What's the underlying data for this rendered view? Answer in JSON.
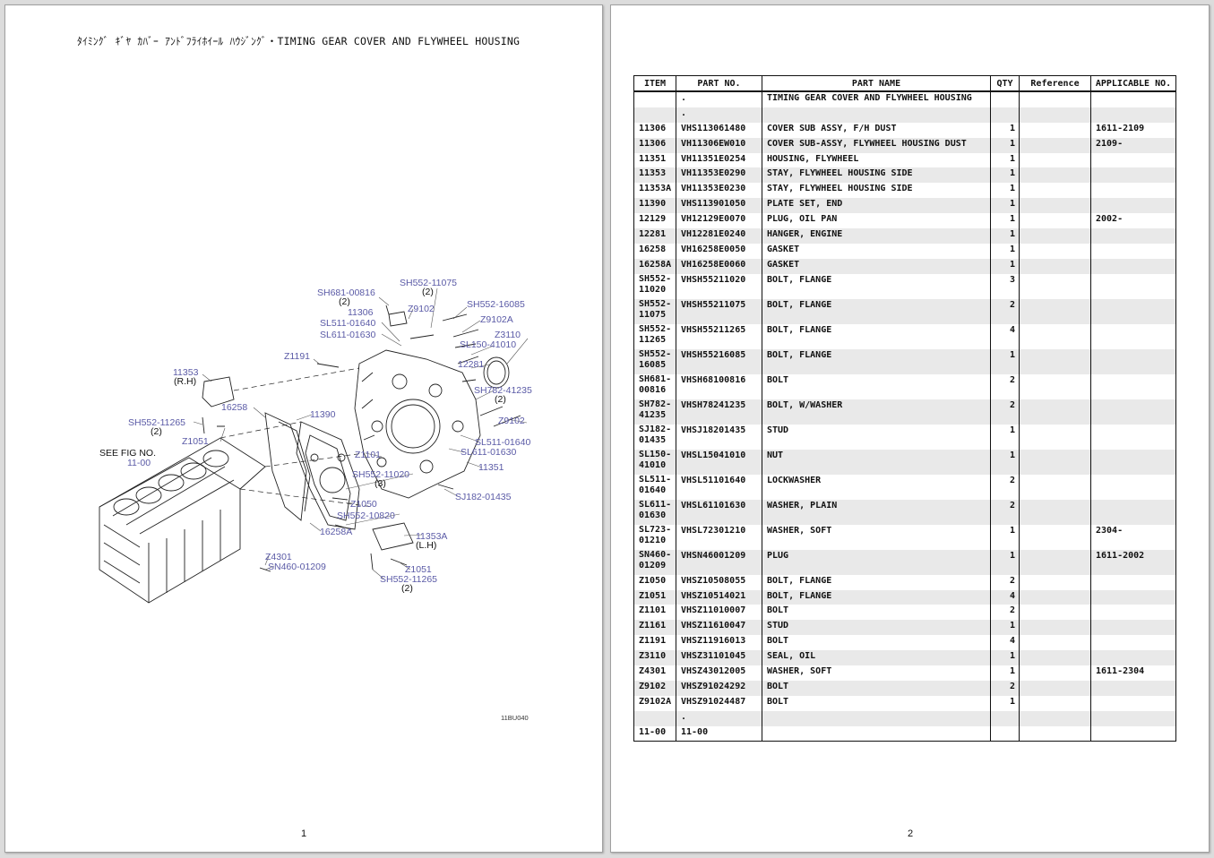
{
  "page1": {
    "title": "ﾀｲﾐﾝｸﾞ ｷﾞﾔ ｶﾊﾞｰ ｱﾝﾄﾞﾌﾗｲﾎｲｰﾙ ﾊｳｼﾞﾝｸﾞ・TIMING GEAR COVER AND FLYWHEEL HOUSING",
    "page_number": "1",
    "figure_code": "11BU040",
    "see_fig": [
      "SEE FIG NO.",
      "11-00"
    ],
    "callouts": [
      "SH552-11075",
      "(2)",
      "SH681-00816",
      "(2)",
      "Z9102",
      "SH552-16085",
      "11306",
      "Z9102A",
      "SL511-01640",
      "SL611-01630",
      "Z3110",
      "SL150-41010",
      "Z1191",
      "12281",
      "11353",
      "(R.H)",
      "SH782-41235",
      "(2)",
      "16258",
      "11390",
      "Z9102",
      "SH552-11265",
      "(2)",
      "Z1051",
      "SL511-01640",
      "SL611-01630",
      "Z1101",
      "11351",
      "SH552-11020",
      "(3)",
      "SJ182-01435",
      "Z1050",
      "SH552-10820",
      "16258A",
      "11353A",
      "(L.H)",
      "Z4301",
      "SN460-01209",
      "Z1051",
      "SH552-11265",
      "(2)"
    ]
  },
  "page2": {
    "page_number": "2",
    "columns": [
      "ITEM",
      "PART NO.",
      "PART NAME",
      "QTY",
      "Reference",
      "APPLICABLE NO."
    ],
    "rows": [
      {
        "item": "",
        "part_no": ".",
        "name": "TIMING GEAR COVER AND FLYWHEEL HOUSING",
        "qty": "",
        "ref": "",
        "app": ""
      },
      {
        "item": "",
        "part_no": ".",
        "name": "",
        "qty": "",
        "ref": "",
        "app": ""
      },
      {
        "item": "11306",
        "part_no": "VHS113061480",
        "name": "COVER SUB ASSY, F/H DUST",
        "qty": "1",
        "ref": "",
        "app": "1611-2109"
      },
      {
        "item": "11306",
        "part_no": "VH11306EW010",
        "name": "COVER SUB-ASSY, FLYWHEEL HOUSING DUST",
        "qty": "1",
        "ref": "",
        "app": "2109-"
      },
      {
        "item": "11351",
        "part_no": "VH11351E0254",
        "name": "HOUSING, FLYWHEEL",
        "qty": "1",
        "ref": "",
        "app": ""
      },
      {
        "item": "11353",
        "part_no": "VH11353E0290",
        "name": "STAY, FLYWHEEL HOUSING SIDE",
        "qty": "1",
        "ref": "",
        "app": ""
      },
      {
        "item": "11353A",
        "part_no": "VH11353E0230",
        "name": "STAY, FLYWHEEL HOUSING SIDE",
        "qty": "1",
        "ref": "",
        "app": ""
      },
      {
        "item": "11390",
        "part_no": "VHS113901050",
        "name": "PLATE SET, END",
        "qty": "1",
        "ref": "",
        "app": ""
      },
      {
        "item": "12129",
        "part_no": "VH12129E0070",
        "name": "PLUG, OIL PAN",
        "qty": "1",
        "ref": "",
        "app": "2002-"
      },
      {
        "item": "12281",
        "part_no": "VH12281E0240",
        "name": "HANGER, ENGINE",
        "qty": "1",
        "ref": "",
        "app": ""
      },
      {
        "item": "16258",
        "part_no": "VH16258E0050",
        "name": "GASKET",
        "qty": "1",
        "ref": "",
        "app": ""
      },
      {
        "item": "16258A",
        "part_no": "VH16258E0060",
        "name": "GASKET",
        "qty": "1",
        "ref": "",
        "app": ""
      },
      {
        "item": "SH552-11020",
        "part_no": "VHSH55211020",
        "name": "BOLT, FLANGE",
        "qty": "3",
        "ref": "",
        "app": "",
        "tall": true
      },
      {
        "item": "SH552-11075",
        "part_no": "VHSH55211075",
        "name": "BOLT, FLANGE",
        "qty": "2",
        "ref": "",
        "app": "",
        "tall": true
      },
      {
        "item": "SH552-11265",
        "part_no": "VHSH55211265",
        "name": "BOLT, FLANGE",
        "qty": "4",
        "ref": "",
        "app": "",
        "tall": true
      },
      {
        "item": "SH552-16085",
        "part_no": "VHSH55216085",
        "name": "BOLT, FLANGE",
        "qty": "1",
        "ref": "",
        "app": "",
        "tall": true
      },
      {
        "item": "SH681-00816",
        "part_no": "VHSH68100816",
        "name": "BOLT",
        "qty": "2",
        "ref": "",
        "app": "",
        "tall": true
      },
      {
        "item": "SH782-41235",
        "part_no": "VHSH78241235",
        "name": "BOLT, W/WASHER",
        "qty": "2",
        "ref": "",
        "app": "",
        "tall": true
      },
      {
        "item": "SJ182-01435",
        "part_no": "VHSJ18201435",
        "name": "STUD",
        "qty": "1",
        "ref": "",
        "app": "",
        "tall": true
      },
      {
        "item": "SL150-41010",
        "part_no": "VHSL15041010",
        "name": "NUT",
        "qty": "1",
        "ref": "",
        "app": "",
        "tall": true
      },
      {
        "item": "SL511-01640",
        "part_no": "VHSL51101640",
        "name": "LOCKWASHER",
        "qty": "2",
        "ref": "",
        "app": "",
        "tall": true
      },
      {
        "item": "SL611-01630",
        "part_no": "VHSL61101630",
        "name": "WASHER, PLAIN",
        "qty": "2",
        "ref": "",
        "app": "",
        "tall": true
      },
      {
        "item": "SL723-01210",
        "part_no": "VHSL72301210",
        "name": "WASHER, SOFT",
        "qty": "1",
        "ref": "",
        "app": "2304-",
        "tall": true
      },
      {
        "item": "SN460-01209",
        "part_no": "VHSN46001209",
        "name": "PLUG",
        "qty": "1",
        "ref": "",
        "app": "1611-2002",
        "tall": true
      },
      {
        "item": "Z1050",
        "part_no": "VHSZ10508055",
        "name": "BOLT, FLANGE",
        "qty": "2",
        "ref": "",
        "app": ""
      },
      {
        "item": "Z1051",
        "part_no": "VHSZ10514021",
        "name": "BOLT, FLANGE",
        "qty": "4",
        "ref": "",
        "app": ""
      },
      {
        "item": "Z1101",
        "part_no": "VHSZ11010007",
        "name": "BOLT",
        "qty": "2",
        "ref": "",
        "app": ""
      },
      {
        "item": "Z1161",
        "part_no": "VHSZ11610047",
        "name": "STUD",
        "qty": "1",
        "ref": "",
        "app": ""
      },
      {
        "item": "Z1191",
        "part_no": "VHSZ11916013",
        "name": "BOLT",
        "qty": "4",
        "ref": "",
        "app": ""
      },
      {
        "item": "Z3110",
        "part_no": "VHSZ31101045",
        "name": "SEAL, OIL",
        "qty": "1",
        "ref": "",
        "app": ""
      },
      {
        "item": "Z4301",
        "part_no": "VHSZ43012005",
        "name": "WASHER, SOFT",
        "qty": "1",
        "ref": "",
        "app": "1611-2304"
      },
      {
        "item": "Z9102",
        "part_no": "VHSZ91024292",
        "name": "BOLT",
        "qty": "2",
        "ref": "",
        "app": ""
      },
      {
        "item": "Z9102A",
        "part_no": "VHSZ91024487",
        "name": "BOLT",
        "qty": "1",
        "ref": "",
        "app": ""
      },
      {
        "item": "",
        "part_no": ".",
        "name": "",
        "qty": "",
        "ref": "",
        "app": ""
      },
      {
        "item": "11-00",
        "part_no": "11-00",
        "name": "",
        "qty": "",
        "ref": "",
        "app": ""
      }
    ]
  }
}
